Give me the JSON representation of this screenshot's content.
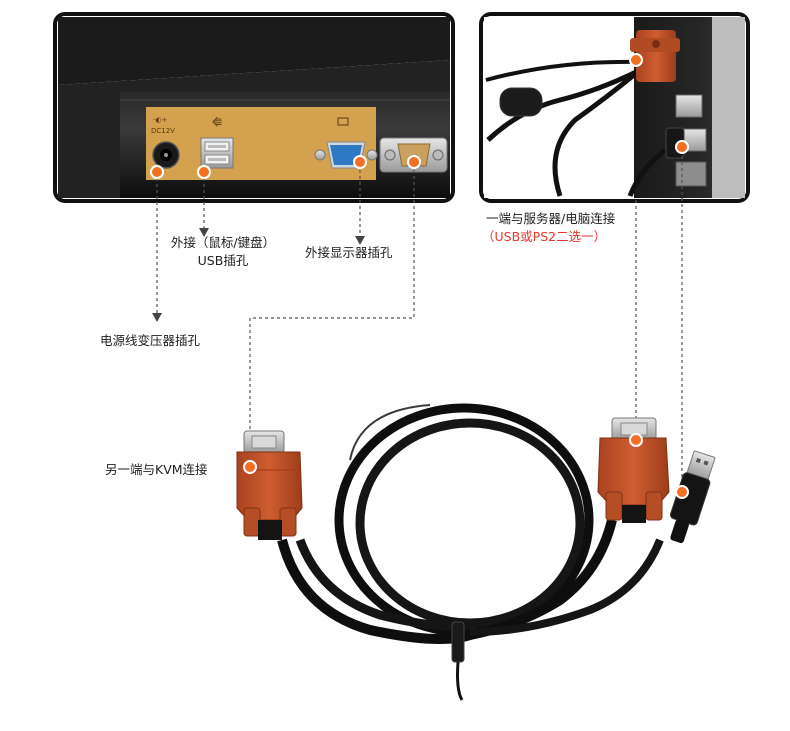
{
  "device": {
    "dc_label": "DC12V"
  },
  "labels": {
    "usb_line1": "外接（鼠标/键盘）",
    "usb_line2": "USB插孔",
    "monitor": "外接显示器插孔",
    "power": "电源线变压器插孔",
    "server_line1": "一端与服务器/电脑连接",
    "server_line2": "（USB或PS2二选一）",
    "kvm_end": "另一端与KVM连接"
  },
  "colors": {
    "marker": "#f36f21",
    "connector": "#c0522a",
    "cable": "#111111",
    "panel": "#d4a24e",
    "frame": "#111111",
    "note_red": "#e8372c",
    "vga_blue": "#2f79c4"
  }
}
